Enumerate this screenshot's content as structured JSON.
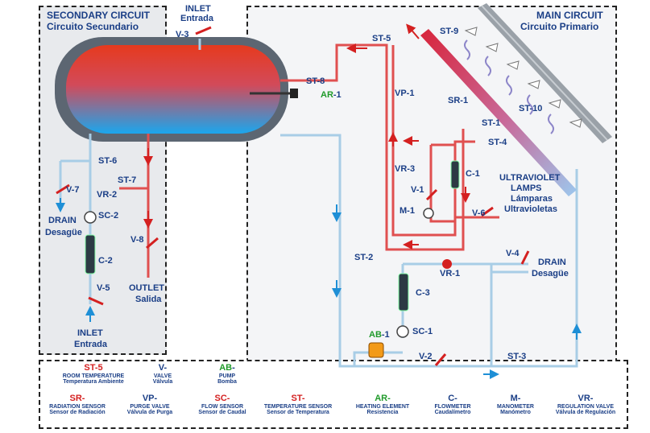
{
  "secondary": {
    "title": "SECONDARY CIRCUIT",
    "subtitle": "Circuito Secundario"
  },
  "main": {
    "title": "MAIN CIRCUIT",
    "subtitle": "Circuito Primario"
  },
  "inlet_top": {
    "en": "INLET",
    "es": "Entrada"
  },
  "inlet_bottom": {
    "en": "INLET",
    "es": "Entrada"
  },
  "drain_left": {
    "en": "DRAIN",
    "es": "Desagüe"
  },
  "drain_right": {
    "en": "DRAIN",
    "es": "Desagüe"
  },
  "outlet": {
    "en": "OUTLET",
    "es": "Salida"
  },
  "uv": {
    "l1": "ULTRAVIOLET",
    "l2": "LAMPS",
    "l3": "Lámparas",
    "l4": "Ultravioletas"
  },
  "tags": {
    "v3": "V-3",
    "st8": "ST-8",
    "ar1_a": "AR",
    "ar1_b": "-1",
    "st6": "ST-6",
    "v7": "V-7",
    "vr2": "VR-2",
    "sc2": "SC-2",
    "st7": "ST-7",
    "c2": "C-2",
    "v5": "V-5",
    "v8": "V-8",
    "st5": "ST-5",
    "st9": "ST-9",
    "st10": "ST-10",
    "sr1": "SR-1",
    "st1": "ST-1",
    "st4": "ST-4",
    "vp1": "VP-1",
    "vr3": "VR-3",
    "c1": "C-1",
    "v1": "V-1",
    "m1": "M-1",
    "v6": "V-6",
    "st2": "ST-2",
    "vr1": "VR-1",
    "v4": "V-4",
    "c3": "C-3",
    "ab1_a": "AB",
    "ab1_b": "-1",
    "sc1": "SC-1",
    "v2": "V-2",
    "st3": "ST-3"
  },
  "legend_top": [
    {
      "code": "ST-5",
      "en": "ROOM TEMPERATURE",
      "es": "Temperatura Ambiente",
      "color": "#d42020"
    },
    {
      "code": "V-",
      "en": "VALVE",
      "es": "Válvula",
      "color": "#1a3e86"
    },
    {
      "code_a": "AB",
      "code_b": "-",
      "en": "PUMP",
      "es": "Bomba",
      "color": "#1f9a2a"
    }
  ],
  "legend_bottom": [
    {
      "code": "SR-",
      "en": "RADIATION SENSOR",
      "es": "Sensor de Radiación",
      "color": "#d42020"
    },
    {
      "code": "VP-",
      "en": "PURGE VALVE",
      "es": "Válvula de Purga",
      "color": "#1a3e86"
    },
    {
      "code": "SC-",
      "en": "FLOW SENSOR",
      "es": "Sensor de Caudal",
      "color": "#d42020"
    },
    {
      "code": "ST-",
      "en": "TEMPERATURE SENSOR",
      "es": "Sensor de Temperatura",
      "color": "#d42020"
    },
    {
      "code": "AR-",
      "en": "HEATING ELEMENT",
      "es": "Resistencia",
      "color": "#1f9a2a"
    },
    {
      "code": "C-",
      "en": "FLOWMETER",
      "es": "Caudalímetro",
      "color": "#1a3e86"
    },
    {
      "code": "M-",
      "en": "MANOMETER",
      "es": "Manómetro",
      "color": "#1a3e86"
    },
    {
      "code": "VR-",
      "en": "REGULATION VALVE",
      "es": "Válvula de Regulación",
      "color": "#1a3e86"
    }
  ],
  "colors": {
    "hot": "#d42020",
    "cold": "#1e8fd6",
    "pipe_red": "#e05050",
    "pipe_blue": "#a8cde6",
    "label": "#1a3e86",
    "green": "#1f9a2a"
  }
}
